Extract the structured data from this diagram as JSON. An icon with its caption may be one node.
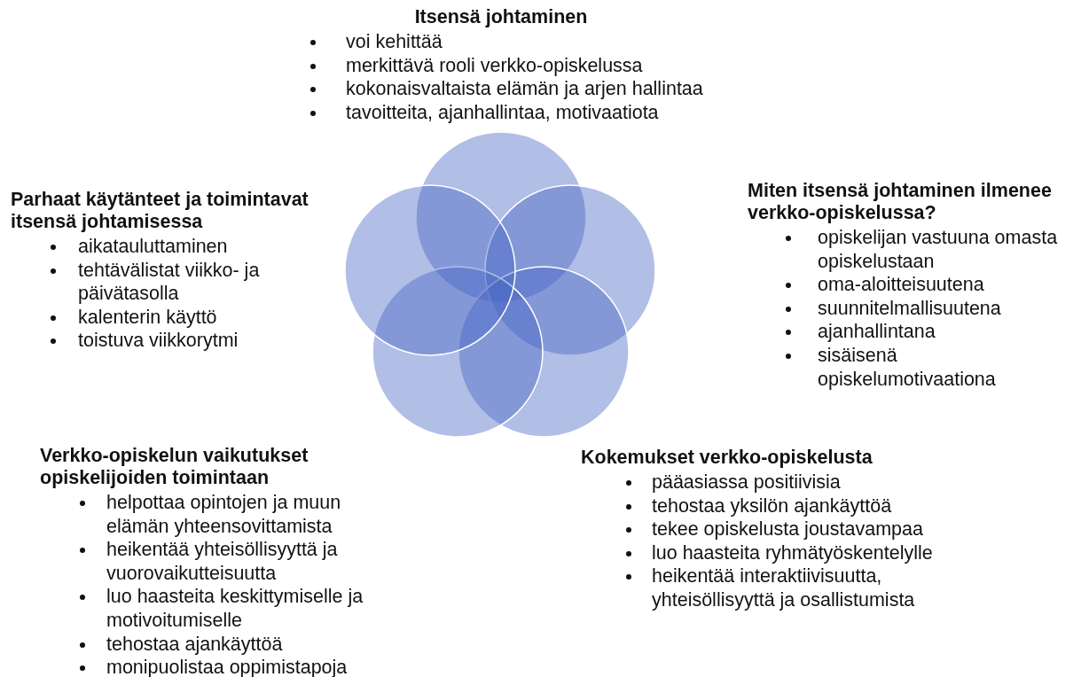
{
  "diagram": {
    "labels": [
      "Itsensä johtaminen",
      "voi kehittää",
      "merkittävä rooli verkko-opiskelussa",
      "kokonaisvaltaista elämän ja arjen hallintaa",
      "tavoitteita, ajanhallintaa, motivaatiota",
      "Parhaat käytänteet ja toimintavat itsensä johtamisessa",
      "aikatauluttaminen",
      "tehtävälistat viikko- ja päivätasolla",
      "kalenterin käyttö",
      "toistuva viikkorytmi",
      "Miten itsensä johtaminen ilmenee verkko-opiskelussa?",
      "opiskelijan vastuuna omasta opiskelustaan",
      "oma-aloitteisuutena",
      "suunnitelmallisuutena",
      "ajanhallintana",
      "sisäisenä opiskelumotivaationa",
      "Verkko-opiskelun vaikutukset opiskelijoiden toimintaan",
      "helpottaa opintojen ja muun elämän yhteensovittamista",
      "heikentää yhteisöllisyyttä ja vuorovaikutteisuutta",
      "luo haasteita keskittymiselle ja motivoitumiselle",
      "tehostaa ajankäyttöä",
      "monipuolistaa oppimistapoja",
      "Kokemukset verkko-opiskelusta",
      "pääasiassa positiivisia",
      "tehostaa yksilön ajankäyttöä",
      "tekee opiskelusta joustavampaa",
      "luo haasteita ryhmätyöskentelylle",
      "heikentää interaktiivisuutta, yhteisöllisyyttä ja osallistumista"
    ]
  }
}
